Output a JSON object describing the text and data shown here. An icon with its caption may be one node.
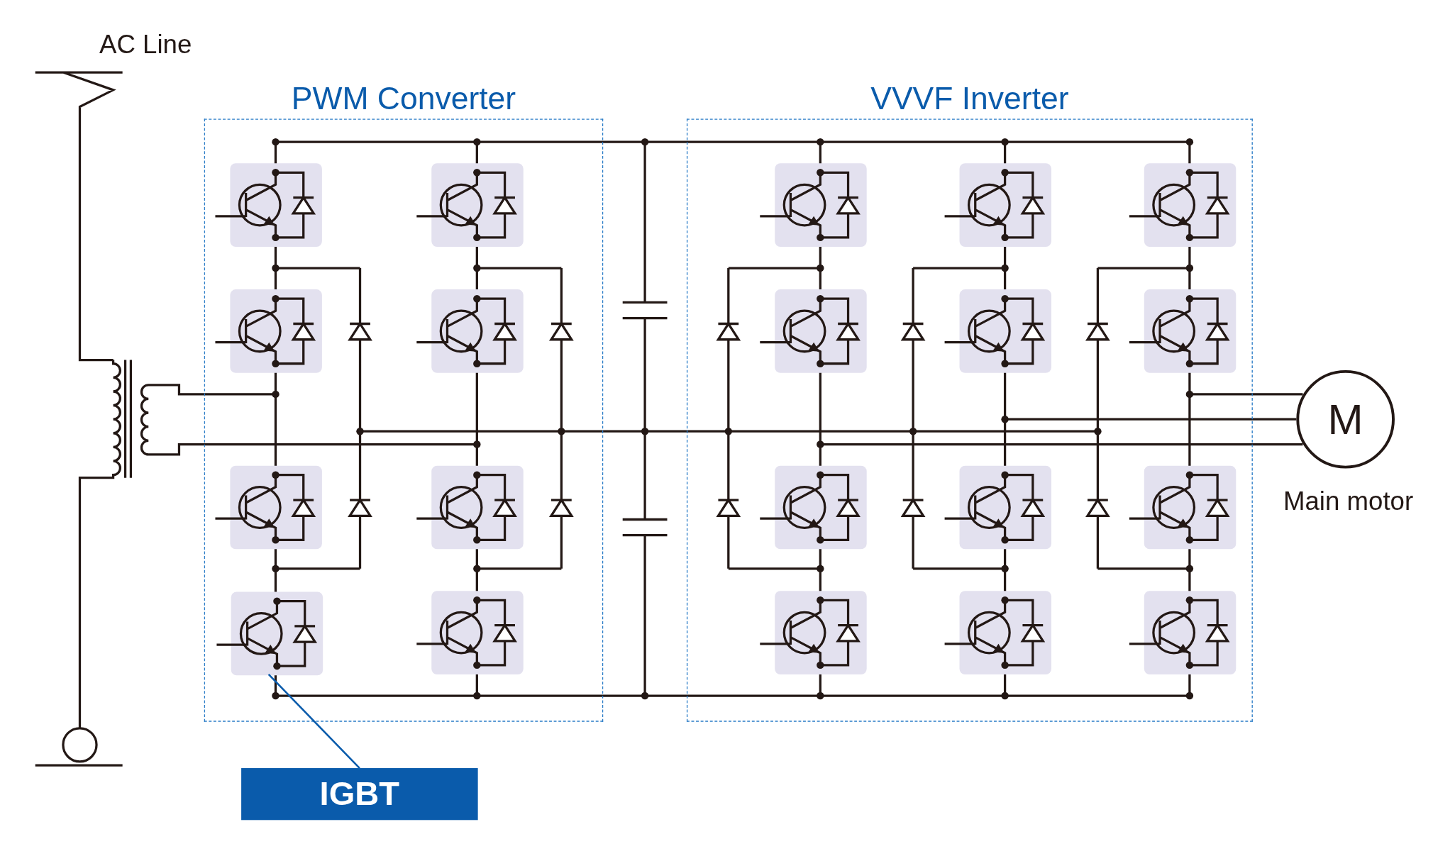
{
  "diagram": {
    "nodes": [
      {
        "text": [
          "PWM Converter"
        ]
      },
      {
        "text": [
          "VVVF Inverter"
        ]
      },
      {
        "text": [
          "M"
        ],
        "beside": [
          "Main motor"
        ]
      },
      {
        "text": [
          "IGBT"
        ]
      },
      {
        "text": [],
        "shape": "box",
        "in": 0
      }
    ],
    "edges": [
      {
        "from": 3,
        "to": 4,
        "arrow": "none"
      }
    ],
    "labels": [
      "AC Line"
    ]
  }
}
